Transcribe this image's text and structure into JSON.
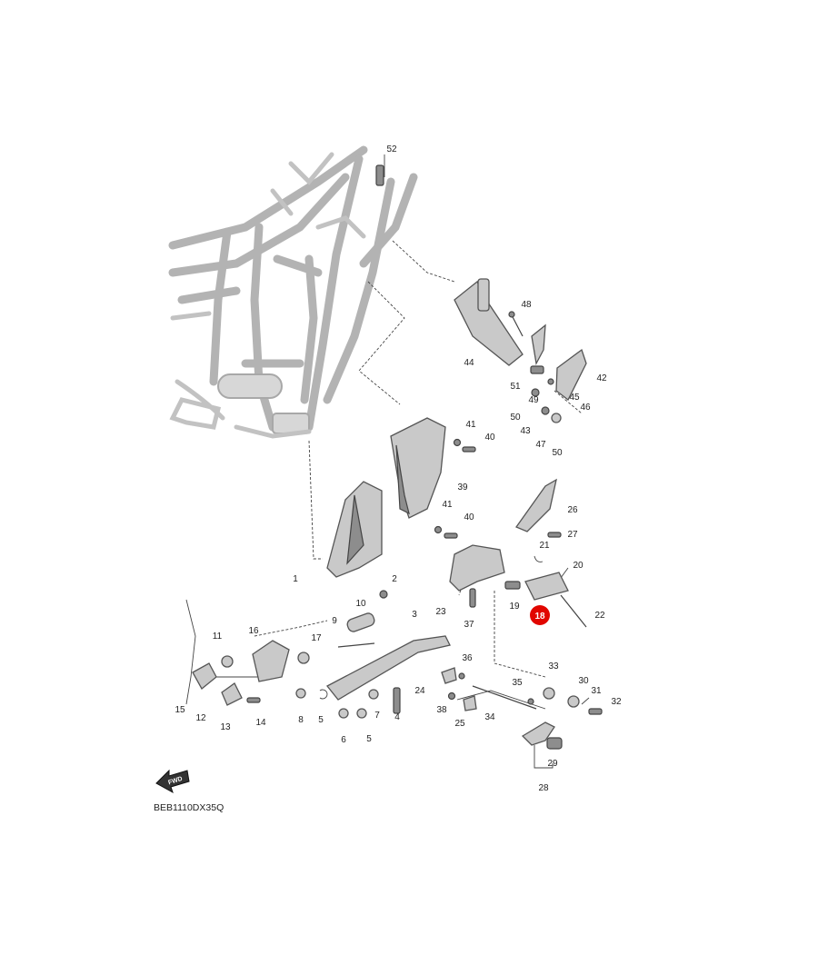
{
  "diagram_code": "BEB1110DX35Q",
  "direction_label": "FWD",
  "highlight_color": "#e10600",
  "highlighted_part": "18",
  "part_labels": [
    "52",
    "48",
    "44",
    "42",
    "51",
    "49",
    "45",
    "46",
    "50",
    "43",
    "47",
    "50",
    "41",
    "40",
    "39",
    "41",
    "40",
    "26",
    "27",
    "21",
    "20",
    "1",
    "2",
    "23",
    "37",
    "19",
    "18",
    "22",
    "3",
    "10",
    "9",
    "16",
    "11",
    "17",
    "15",
    "12",
    "13",
    "14",
    "8",
    "5",
    "6",
    "5",
    "7",
    "4",
    "36",
    "33",
    "24",
    "38",
    "25",
    "35",
    "34",
    "30",
    "31",
    "32",
    "29",
    "28"
  ]
}
